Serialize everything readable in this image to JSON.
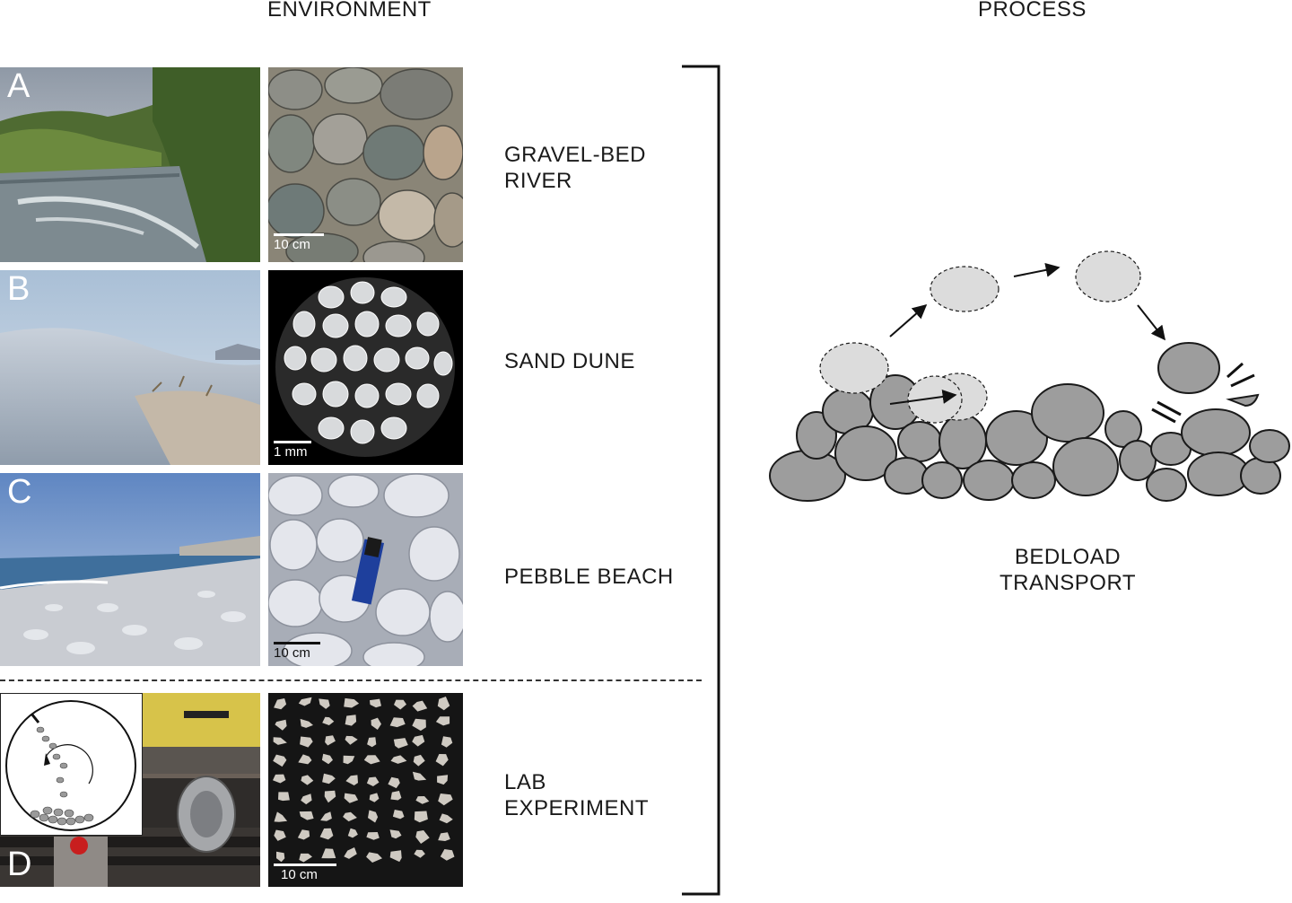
{
  "headers": {
    "environment": "ENVIRONMENT",
    "process": "PROCESS"
  },
  "rows": [
    {
      "letter": "A",
      "label_line1": "GRAVEL-BED",
      "label_line2": "RIVER",
      "scale": "10 cm"
    },
    {
      "letter": "B",
      "label_line1": "SAND DUNE",
      "label_line2": "",
      "scale": "1 mm"
    },
    {
      "letter": "C",
      "label_line1": "PEBBLE BEACH",
      "label_line2": "",
      "scale": "10 cm"
    },
    {
      "letter": "D",
      "label_line1": "LAB",
      "label_line2": "EXPERIMENT",
      "scale": "10 cm"
    }
  ],
  "process": {
    "label_line1": "BEDLOAD",
    "label_line2": "TRANSPORT"
  },
  "colors": {
    "grain_fill": "#9d9d9d",
    "ghost_fill": "#dcdcdc",
    "outline": "#1a1a1a",
    "sky": "#aab6c6",
    "dune": "#b9c3cf",
    "sea": "#4f7fb5",
    "dark_bg": "#151515"
  }
}
